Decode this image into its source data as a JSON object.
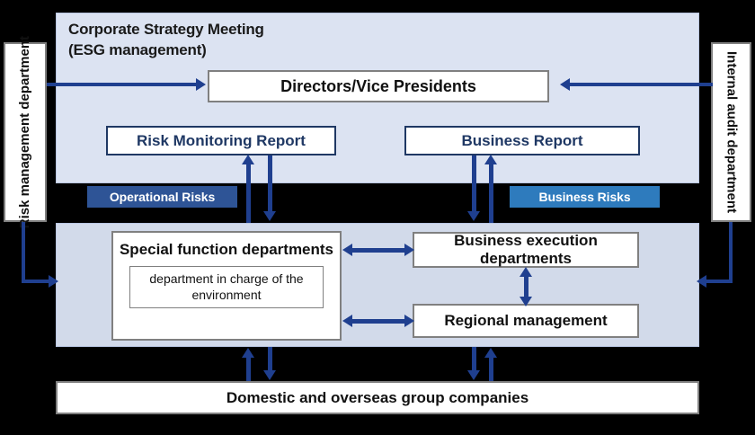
{
  "diagram": {
    "title_lines": [
      "Corporate Strategy Meeting",
      "(ESG management)"
    ],
    "top_panel": {
      "directors_box": "Directors/Vice Presidents",
      "risk_monitoring_report": "Risk Monitoring Report",
      "business_report": "Business Report"
    },
    "badges": {
      "operational_risks": "Operational Risks",
      "business_risks": "Business Risks"
    },
    "bottom_panel": {
      "special_function_departments": "Special function departments",
      "special_function_sub": "department in charge of the environment",
      "business_execution_departments": "Business execution departments",
      "regional_management": "Regional management"
    },
    "group_companies": "Domestic and overseas group companies",
    "side_departments": {
      "risk_management": "Risk management department",
      "internal_audit": "Internal audit department"
    },
    "colors": {
      "background": "#000000",
      "top_panel_fill": "#dce3f2",
      "bottom_panel_fill": "#d2daea",
      "arrow_navy": "#1f3f8f",
      "badge_operational": "#2e5496",
      "badge_business": "#2e7bbd",
      "report_border_navy": "#1f3864",
      "box_border_gray": "#808080"
    }
  }
}
